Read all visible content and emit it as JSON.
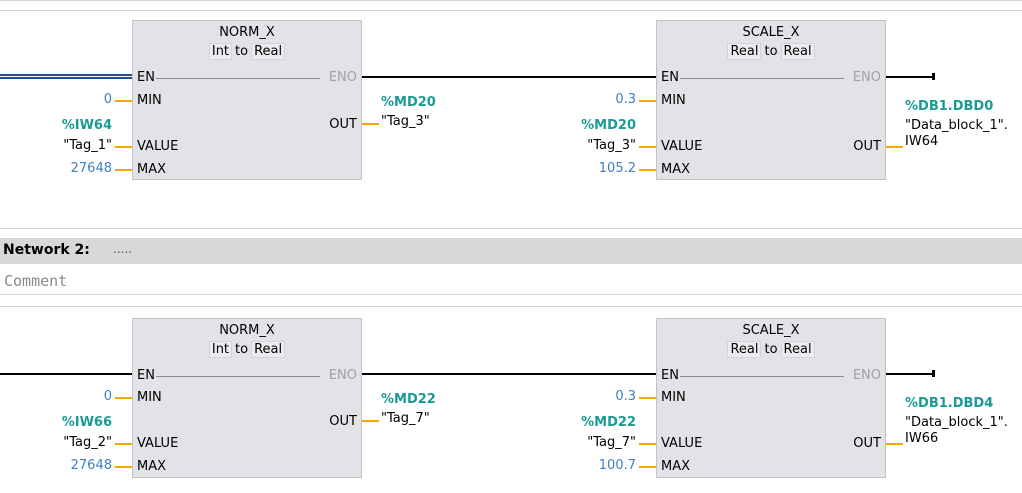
{
  "network2": {
    "title": "Network 2:",
    "dots": ".....",
    "comment_placeholder": "Comment"
  },
  "net1": {
    "norm": {
      "name": "NORM_X",
      "from_type": "Int",
      "to": "to",
      "to_type": "Real",
      "pins": {
        "en": "EN",
        "eno": "ENO",
        "min": "MIN",
        "out": "OUT",
        "value": "VALUE",
        "max": "MAX"
      },
      "min_val": "0",
      "value_addr": "%IW64",
      "value_tag": "\"Tag_1\"",
      "max_val": "27648",
      "out_addr": "%MD20",
      "out_tag": "\"Tag_3\""
    },
    "scale": {
      "name": "SCALE_X",
      "from_type": "Real",
      "to": "to",
      "to_type": "Real",
      "pins": {
        "en": "EN",
        "eno": "ENO",
        "min": "MIN",
        "out": "OUT",
        "value": "VALUE",
        "max": "MAX"
      },
      "min_val": "0.3",
      "value_addr": "%MD20",
      "value_tag": "\"Tag_3\"",
      "max_val": "105.2",
      "out_addr": "%DB1.DBD0",
      "out_tag_line1": "\"Data_block_1\".",
      "out_tag_line2": "IW64"
    }
  },
  "net2": {
    "norm": {
      "name": "NORM_X",
      "from_type": "Int",
      "to": "to",
      "to_type": "Real",
      "pins": {
        "en": "EN",
        "eno": "ENO",
        "min": "MIN",
        "out": "OUT",
        "value": "VALUE",
        "max": "MAX"
      },
      "min_val": "0",
      "value_addr": "%IW66",
      "value_tag": "\"Tag_2\"",
      "max_val": "27648",
      "out_addr": "%MD22",
      "out_tag": "\"Tag_7\""
    },
    "scale": {
      "name": "SCALE_X",
      "from_type": "Real",
      "to": "to",
      "to_type": "Real",
      "pins": {
        "en": "EN",
        "eno": "ENO",
        "min": "MIN",
        "out": "OUT",
        "value": "VALUE",
        "max": "MAX"
      },
      "min_val": "0.3",
      "value_addr": "%MD22",
      "value_tag": "\"Tag_7\"",
      "max_val": "100.7",
      "out_addr": "%DB1.DBD4",
      "out_tag_line1": "\"Data_block_1\".",
      "out_tag_line2": "IW66"
    }
  },
  "colors": {
    "address": "#1a9a95",
    "constant": "#3f7fc4",
    "pin_wire": "#f5a800",
    "block_bg": "#e3e3e7"
  }
}
